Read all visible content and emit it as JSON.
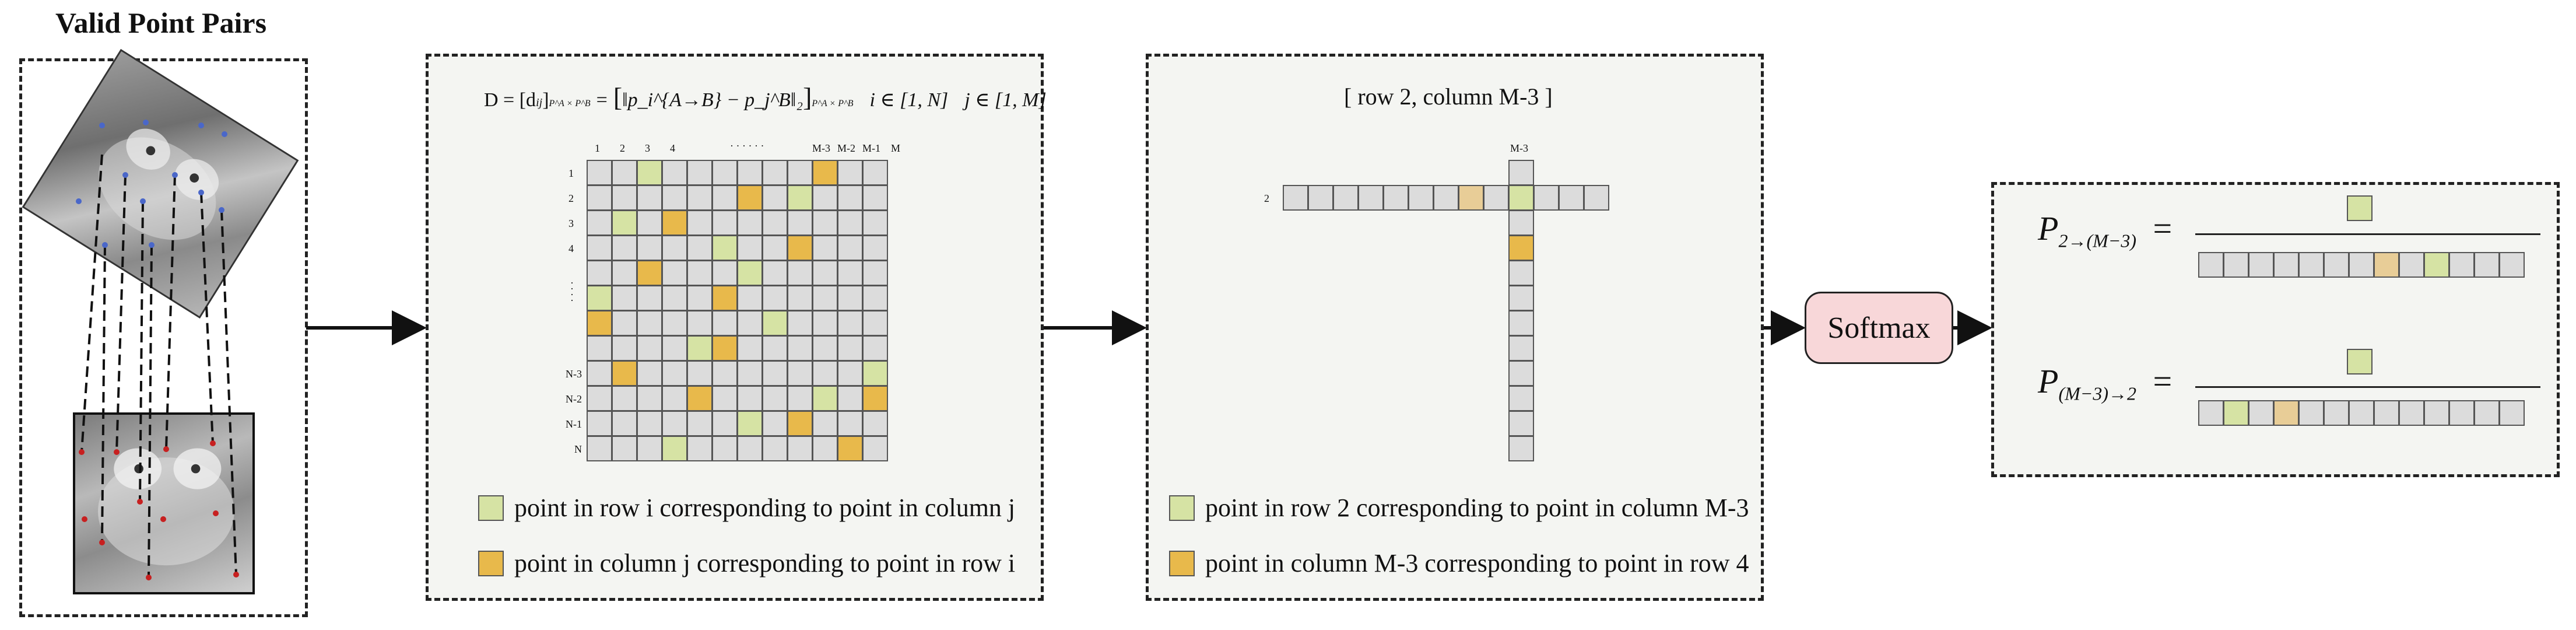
{
  "left": {
    "title": "Valid Point Pairs"
  },
  "matrix": {
    "formula_lhs": "D = [d",
    "formula_sub": "ij",
    "formula_sub2": "P^A × P^B",
    "formula_eq": "=",
    "formula_body": "‖p_i^{A→B} − p_j^B‖₂",
    "formula_range_i": "i ∈ [1, N]",
    "formula_range_j": "j ∈ [1, M]",
    "col_labels": [
      "1",
      "2",
      "3",
      "4",
      "· · · · · ·",
      "M-3",
      "M-2",
      "M-1",
      "M"
    ],
    "row_labels": [
      "1",
      "2",
      "3",
      "4",
      "·\n·\n·\n·",
      "N-3",
      "N-2",
      "N-1",
      "N"
    ],
    "legend_green": "point in row i corresponding to point in column j",
    "legend_orange": "point in column j corresponding to point in row i"
  },
  "rowcol": {
    "title": "[ row 2, column M-3 ]",
    "col_label": "M-3",
    "row_label": "2",
    "legend_green": "point in row 2 corresponding to point in column M-3",
    "legend_orange": "point in column M-3 corresponding to point in row 4"
  },
  "softmax": {
    "label": "Softmax"
  },
  "probs": {
    "p1_symbol": "P",
    "p1_sub": "2→(M−3)",
    "p2_symbol": "P",
    "p2_sub": "(M−3)→2",
    "eq": "="
  },
  "colors": {
    "panel_bg": "#f4f5f2",
    "cell_gray": "#dcdcdc",
    "green": "#d6e3a4",
    "orange": "#e8b94b",
    "peach": "#e8cd97",
    "softmax_fill": "#f8d7d9"
  }
}
